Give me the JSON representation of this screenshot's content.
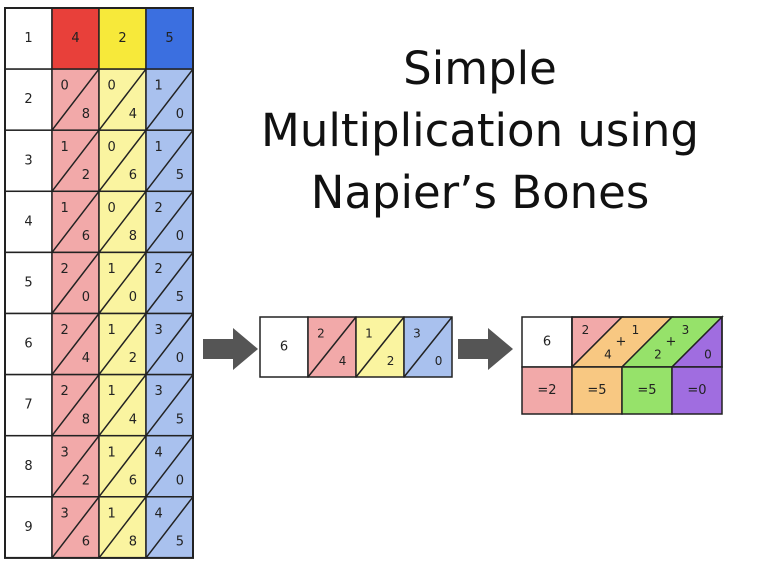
{
  "title_lines": [
    "Simple",
    "Multiplication using",
    "Napier’s Bones"
  ],
  "colors": {
    "red_header": "#e8403a",
    "yellow_header": "#f7e93a",
    "blue_header": "#3b6fe0",
    "red_cell": "#f2a9a9",
    "yellow_cell": "#faf4a0",
    "blue_cell": "#a9c1ee",
    "orange": "#f8c882",
    "green": "#96e26a",
    "purple": "#a06de0",
    "arrow": "#555555"
  },
  "bones": {
    "index": [
      "1",
      "2",
      "3",
      "4",
      "5",
      "6",
      "7",
      "8",
      "9"
    ],
    "headers": [
      "4",
      "2",
      "5"
    ],
    "rows": [
      [
        [
          "0",
          "8"
        ],
        [
          "0",
          "4"
        ],
        [
          "1",
          "0"
        ]
      ],
      [
        [
          "1",
          "2"
        ],
        [
          "0",
          "6"
        ],
        [
          "1",
          "5"
        ]
      ],
      [
        [
          "1",
          "6"
        ],
        [
          "0",
          "8"
        ],
        [
          "2",
          "0"
        ]
      ],
      [
        [
          "2",
          "0"
        ],
        [
          "1",
          "0"
        ],
        [
          "2",
          "5"
        ]
      ],
      [
        [
          "2",
          "4"
        ],
        [
          "1",
          "2"
        ],
        [
          "3",
          "0"
        ]
      ],
      [
        [
          "2",
          "8"
        ],
        [
          "1",
          "4"
        ],
        [
          "3",
          "5"
        ]
      ],
      [
        [
          "3",
          "2"
        ],
        [
          "1",
          "6"
        ],
        [
          "4",
          "0"
        ]
      ],
      [
        [
          "3",
          "6"
        ],
        [
          "1",
          "8"
        ],
        [
          "4",
          "5"
        ]
      ]
    ]
  },
  "selected_row": {
    "index": "6",
    "cells": [
      [
        "2",
        "4"
      ],
      [
        "1",
        "2"
      ],
      [
        "3",
        "0"
      ]
    ]
  },
  "result": {
    "index": "6",
    "cells": [
      [
        "2",
        "4"
      ],
      [
        "1",
        "2"
      ],
      [
        "3",
        "0"
      ]
    ],
    "plus": [
      "+",
      "+"
    ],
    "sums": [
      "=2",
      "=5",
      "=5",
      "=0"
    ]
  }
}
